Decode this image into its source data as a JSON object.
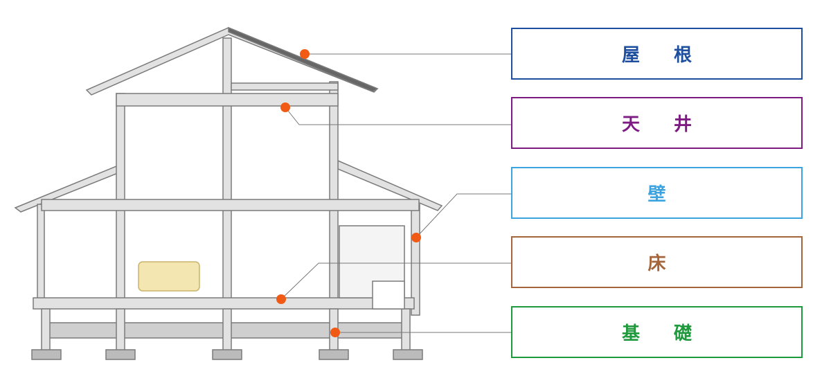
{
  "labels": [
    {
      "id": "roof",
      "text": "屋 根",
      "color": "#1d4f9e"
    },
    {
      "id": "ceiling",
      "text": "天 井",
      "color": "#7e1b83"
    },
    {
      "id": "wall",
      "text": "壁",
      "color": "#3aa3e0"
    },
    {
      "id": "floor",
      "text": "床",
      "color": "#a5653a"
    },
    {
      "id": "foundation",
      "text": "基 礎",
      "color": "#1e9a3c"
    }
  ],
  "colors": {
    "marker": "#f05a14",
    "structure": "#888888",
    "structure_fill": "#d8d8d8",
    "leader": "#777777"
  }
}
